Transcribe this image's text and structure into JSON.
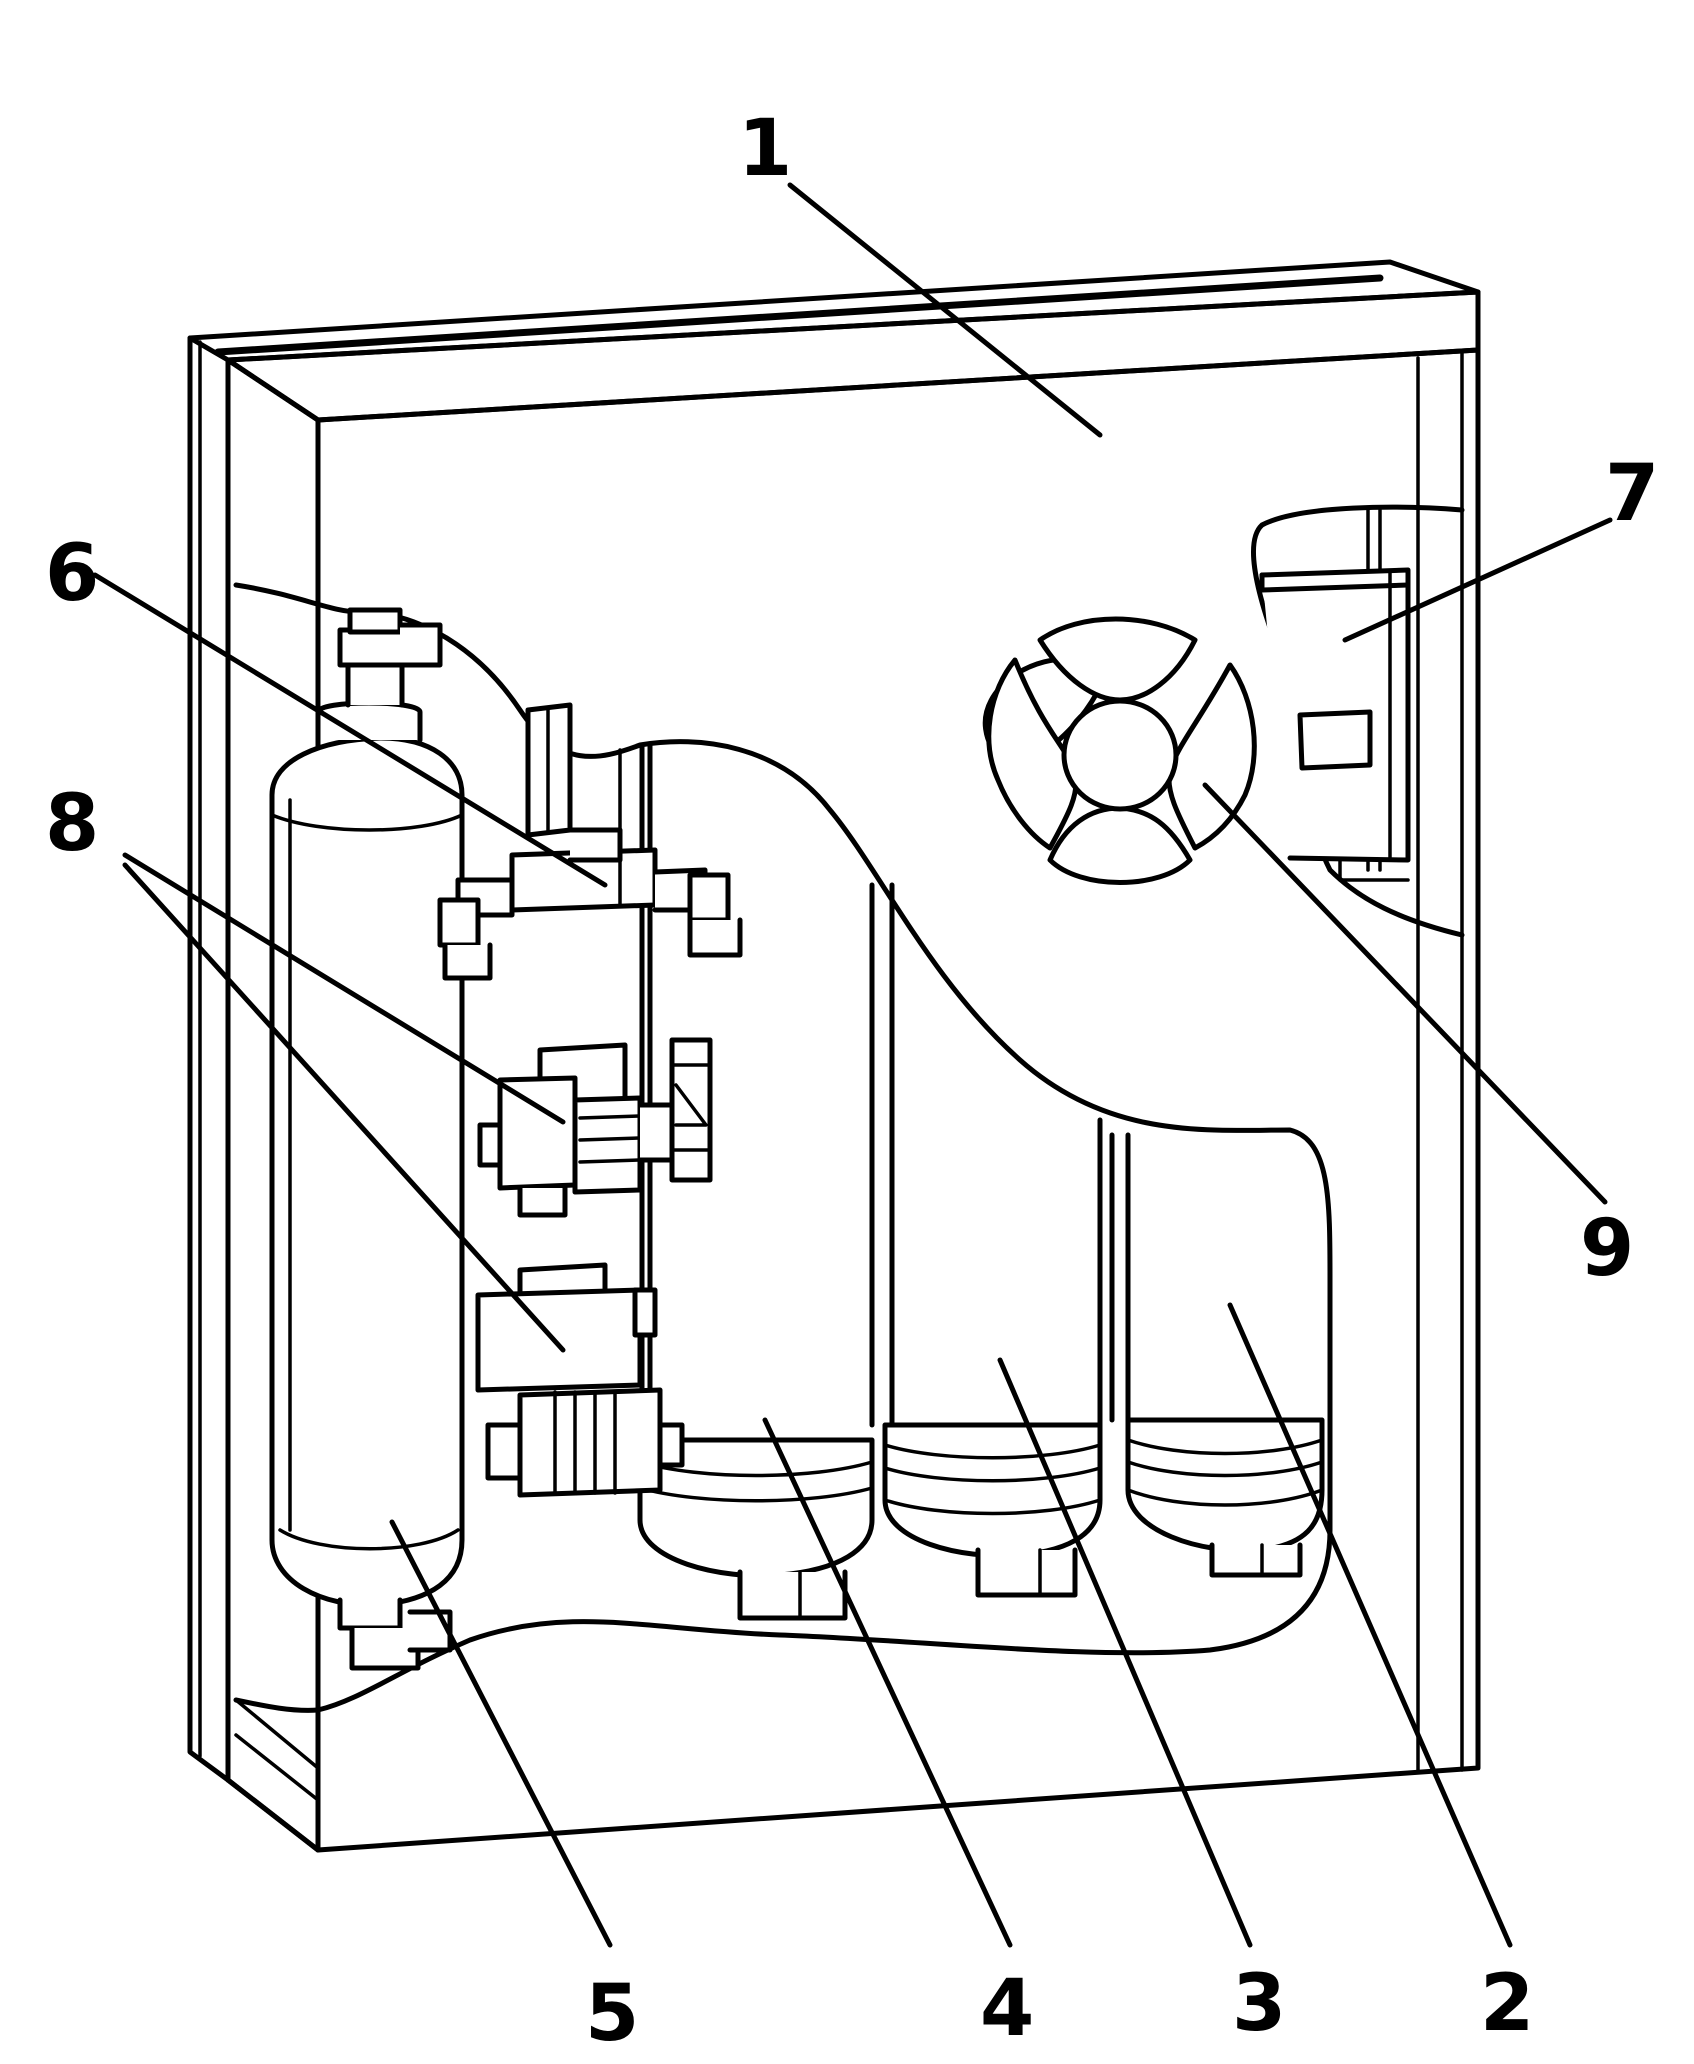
{
  "labels": {
    "r1": "1",
    "r2": "2",
    "r3": "3",
    "r4": "4",
    "r5": "5",
    "r6": "6",
    "r7": "7",
    "r8": "8",
    "r9": "9"
  }
}
